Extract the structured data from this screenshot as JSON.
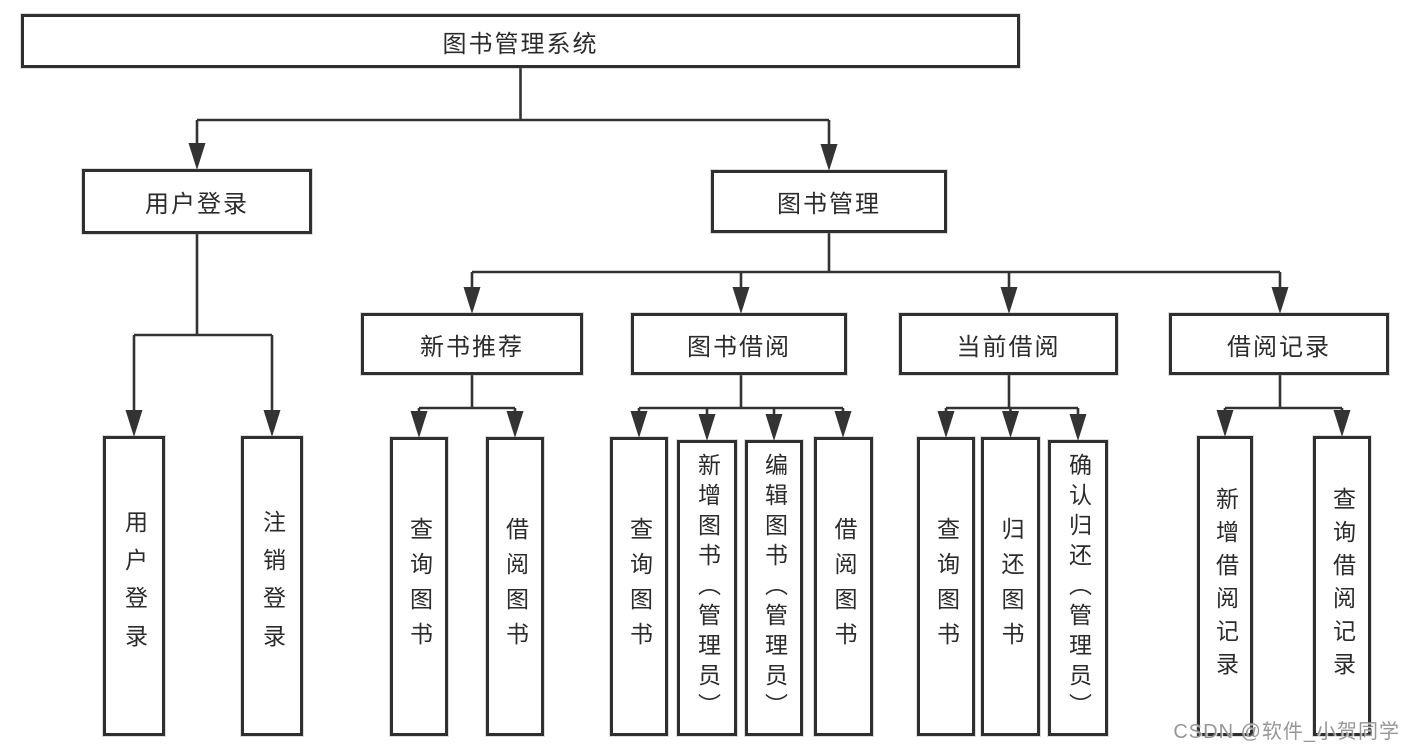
{
  "tree": {
    "root": {
      "label": "图书管理系统"
    },
    "branches": [
      {
        "label": "用户登录",
        "children": [
          {
            "label": "用户登录"
          },
          {
            "label": "注销登录"
          }
        ]
      },
      {
        "label": "图书管理",
        "sections": [
          {
            "label": "新书推荐",
            "children": [
              {
                "label": "查询图书"
              },
              {
                "label": "借阅图书"
              }
            ]
          },
          {
            "label": "图书借阅",
            "children": [
              {
                "label": "查询图书"
              },
              {
                "label": "新增图书（管理员）"
              },
              {
                "label": "编辑图书（管理员）"
              },
              {
                "label": "借阅图书"
              }
            ]
          },
          {
            "label": "当前借阅",
            "children": [
              {
                "label": "查询图书"
              },
              {
                "label": "归还图书"
              },
              {
                "label": "确认归还（管理员）"
              }
            ]
          },
          {
            "label": "借阅记录",
            "children": [
              {
                "label": "新增借阅记录"
              },
              {
                "label": "查询借阅记录"
              }
            ]
          }
        ]
      }
    ]
  },
  "watermark": {
    "text": "CSDN @软件_小贺同学"
  },
  "colors": {
    "line": "#333333",
    "box_border": "#2f2f2f",
    "text": "#2b2b2b",
    "background": "#ffffff",
    "watermark": "#8c8c8c"
  }
}
